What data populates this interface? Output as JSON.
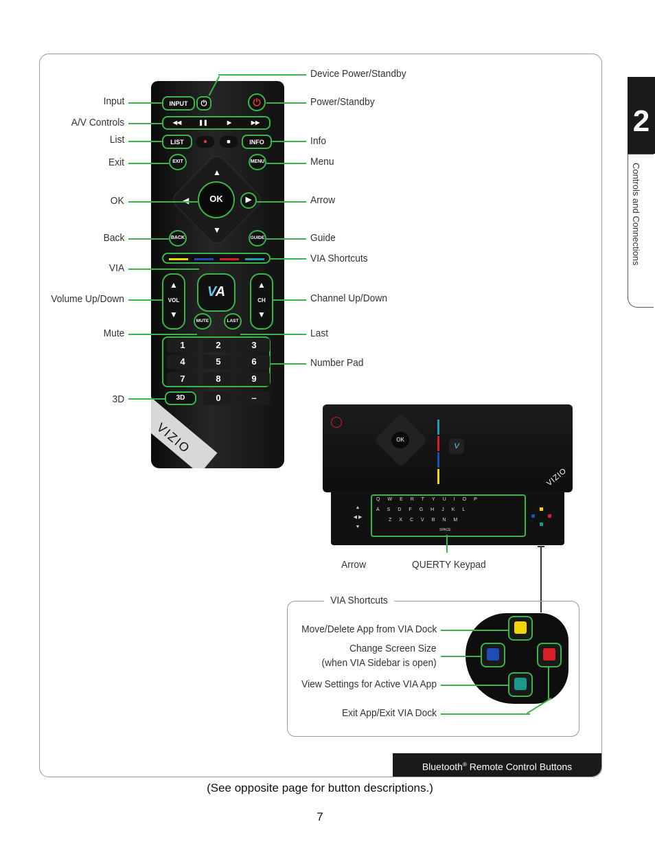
{
  "chapter": {
    "number": "2",
    "section_title": "Controls and Connections"
  },
  "main_remote": {
    "buttons": {
      "input": "INPUT",
      "list": "LIST",
      "info": "INFO",
      "exit": "EXIT",
      "menu": "MENU",
      "ok": "OK",
      "back": "BACK",
      "guide": "GUIDE",
      "vol": "VOL",
      "ch": "CH",
      "mute": "MUTE",
      "last": "LAST",
      "three_d": "3D",
      "zero": "0",
      "dash": "–",
      "brand": "VIZIO"
    },
    "number_keys": [
      "1",
      "2",
      "3",
      "4",
      "5",
      "6",
      "7",
      "8",
      "9"
    ]
  },
  "labels_left": {
    "input": "Input",
    "av_controls": "A/V Controls",
    "list": "List",
    "exit": "Exit",
    "ok": "OK",
    "back": "Back",
    "via": "VIA",
    "volume": "Volume Up/Down",
    "mute": "Mute",
    "three_d": "3D"
  },
  "labels_right": {
    "device_power": "Device Power/Standby",
    "power": "Power/Standby",
    "info": "Info",
    "menu": "Menu",
    "arrow": "Arrow",
    "guide": "Guide",
    "via_shortcuts": "VIA Shortcuts",
    "channel": "Channel Up/Down",
    "last": "Last",
    "number_pad": "Number Pad"
  },
  "keyboard_remote": {
    "label_arrow": "Arrow",
    "label_keypad": "QUERTY Keypad",
    "brand": "VIZIO",
    "ok": "OK",
    "space": "SPACE",
    "key_rows": [
      [
        "Q",
        "W",
        "E",
        "R",
        "T",
        "Y",
        "U",
        "I",
        "O",
        "P"
      ],
      [
        "A",
        "S",
        "D",
        "F",
        "G",
        "H",
        "J",
        "K",
        "L"
      ],
      [
        "Z",
        "X",
        "C",
        "V",
        "B",
        "N",
        "M"
      ]
    ]
  },
  "via_shortcuts_panel": {
    "title": "VIA Shortcuts",
    "items": [
      {
        "text": "Move/Delete App from VIA Dock",
        "color": "#f2d600"
      },
      {
        "text": "Change Screen Size",
        "text2": "(when VIA Sidebar is open)",
        "color": "#1e4db7"
      },
      {
        "text": "View Settings for Active VIA App",
        "color": "#1a9a8a"
      },
      {
        "text": "Exit App/Exit VIA Dock",
        "color": "#d9202a"
      }
    ]
  },
  "colors": {
    "accent_green": "#3bb54a",
    "remote_black": "#141414"
  },
  "footer": {
    "bar_title": "Bluetooth",
    "bar_sup": "®",
    "bar_rest": " Remote Control Buttons",
    "note": "(See opposite page for button descriptions.)",
    "page_number": "7"
  }
}
